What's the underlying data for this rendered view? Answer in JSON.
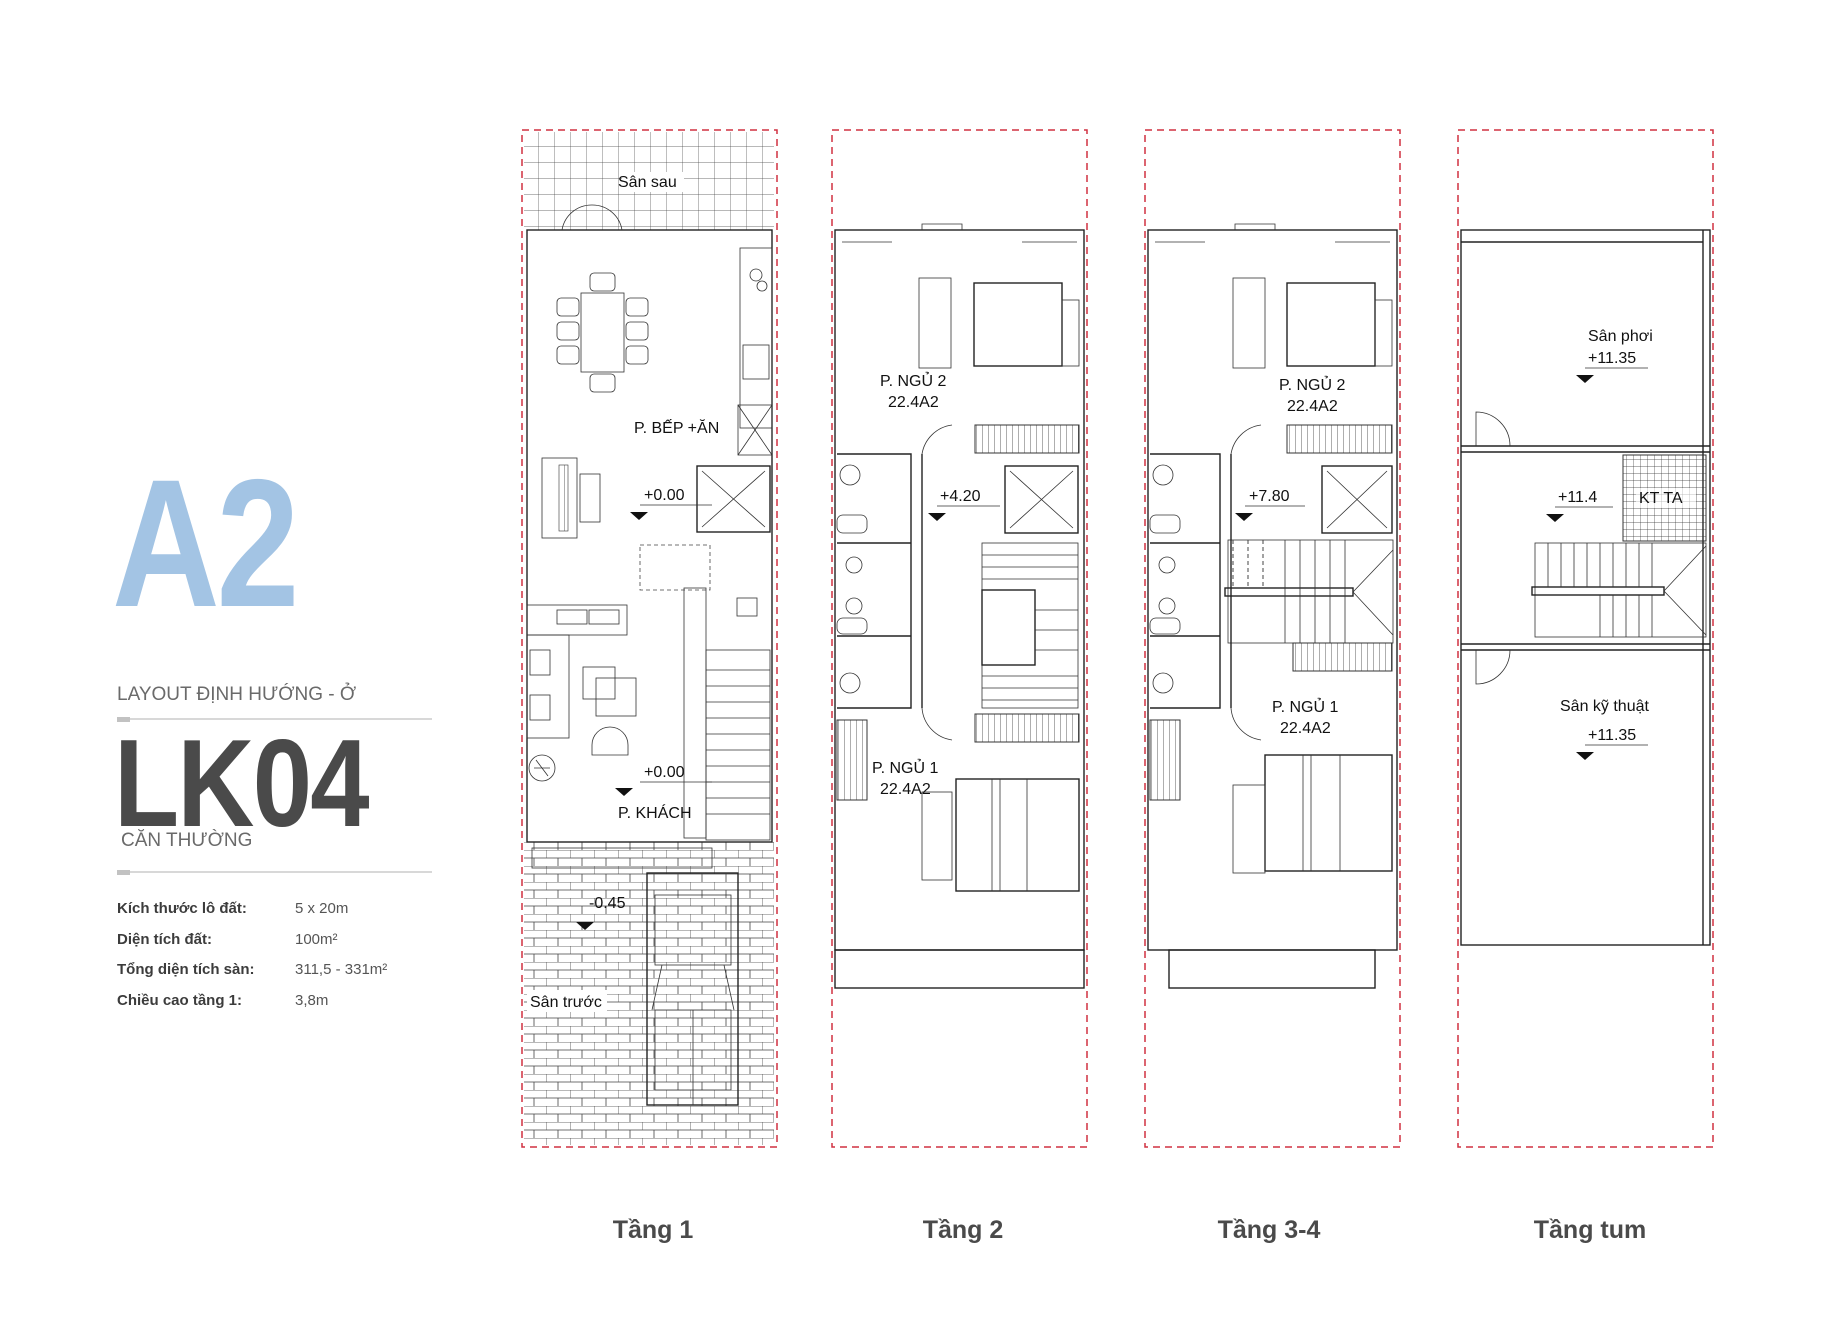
{
  "colors": {
    "accent": "#a3c4e4",
    "title": "#4a4a4a",
    "plot_boundary": "#d03040"
  },
  "header": {
    "unit_type": "A2",
    "layout_subtitle": "LAYOUT ĐỊNH HƯỚNG - Ở",
    "unit_code": "LK04",
    "unit_category": "CĂN THƯỜNG"
  },
  "specs": [
    {
      "label": "Kích thước lô đất:",
      "value": "5 x 20m"
    },
    {
      "label": "Diện tích đất:",
      "value": "100m²"
    },
    {
      "label": "Tổng diện tích sàn:",
      "value": "311,5 - 331m²"
    },
    {
      "label": "Chiều cao tầng 1:",
      "value": "3,8m"
    }
  ],
  "floors": [
    {
      "caption": "Tầng 1",
      "labels": {
        "back_yard": "Sân sau",
        "kitchen": "P. BẾP +ĂN",
        "level_kitchen": "+0.00",
        "living": "P.  KHÁCH",
        "level_living": "+0.00",
        "level_front": "-0.45",
        "front_yard": "Sân trước"
      }
    },
    {
      "caption": "Tầng 2",
      "labels": {
        "bed2": "P. NGỦ 2",
        "bed2_area": "22.4A2",
        "level": "+4.20",
        "bed1": "P. NGỦ 1",
        "bed1_area": "22.4A2"
      }
    },
    {
      "caption": "Tầng 3-4",
      "labels": {
        "bed2": "P. NGỦ 2",
        "bed2_area": "22.4A2",
        "level": "+7.80",
        "bed1": "P. NGỦ 1",
        "bed1_area": "22.4A2"
      }
    },
    {
      "caption": "Tầng tum",
      "labels": {
        "drying": "Sân phơi",
        "level_drying": "+11.35",
        "level_mid": "+11.4",
        "tank": "KT TA",
        "technical": "Sân kỹ thuật",
        "level_technical": "+11.35"
      }
    }
  ]
}
